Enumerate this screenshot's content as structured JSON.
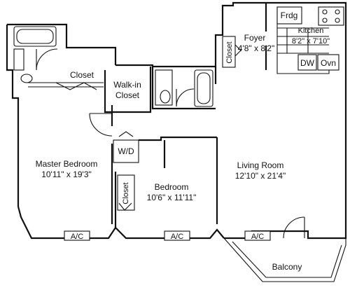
{
  "rooms": {
    "master_bedroom": {
      "name": "Master Bedroom",
      "size": "10'11\" x 19'3\""
    },
    "bedroom": {
      "name": "Bedroom",
      "size": "10'6\" x 11'11\""
    },
    "living_room": {
      "name": "Living Room",
      "size": "12'10\" x 21'4\""
    },
    "kitchen": {
      "name": "Kitchen",
      "size": "8'2\" x 7'10\""
    },
    "foyer": {
      "name": "Foyer",
      "size": "4'8\" x 8'2\""
    },
    "balcony": {
      "name": "Balcony"
    }
  },
  "labels": {
    "closet_master": "Closet",
    "walkin_line1": "Walk-in",
    "walkin_line2": "Closet",
    "washer_dryer": "W/D",
    "closet_bedroom": "Closet",
    "closet_foyer": "Closet",
    "fridge": "Frdg",
    "dishwasher": "DW",
    "oven": "Ovn",
    "ac_master": "A/C",
    "ac_bedroom": "A/C",
    "ac_living": "A/C"
  }
}
